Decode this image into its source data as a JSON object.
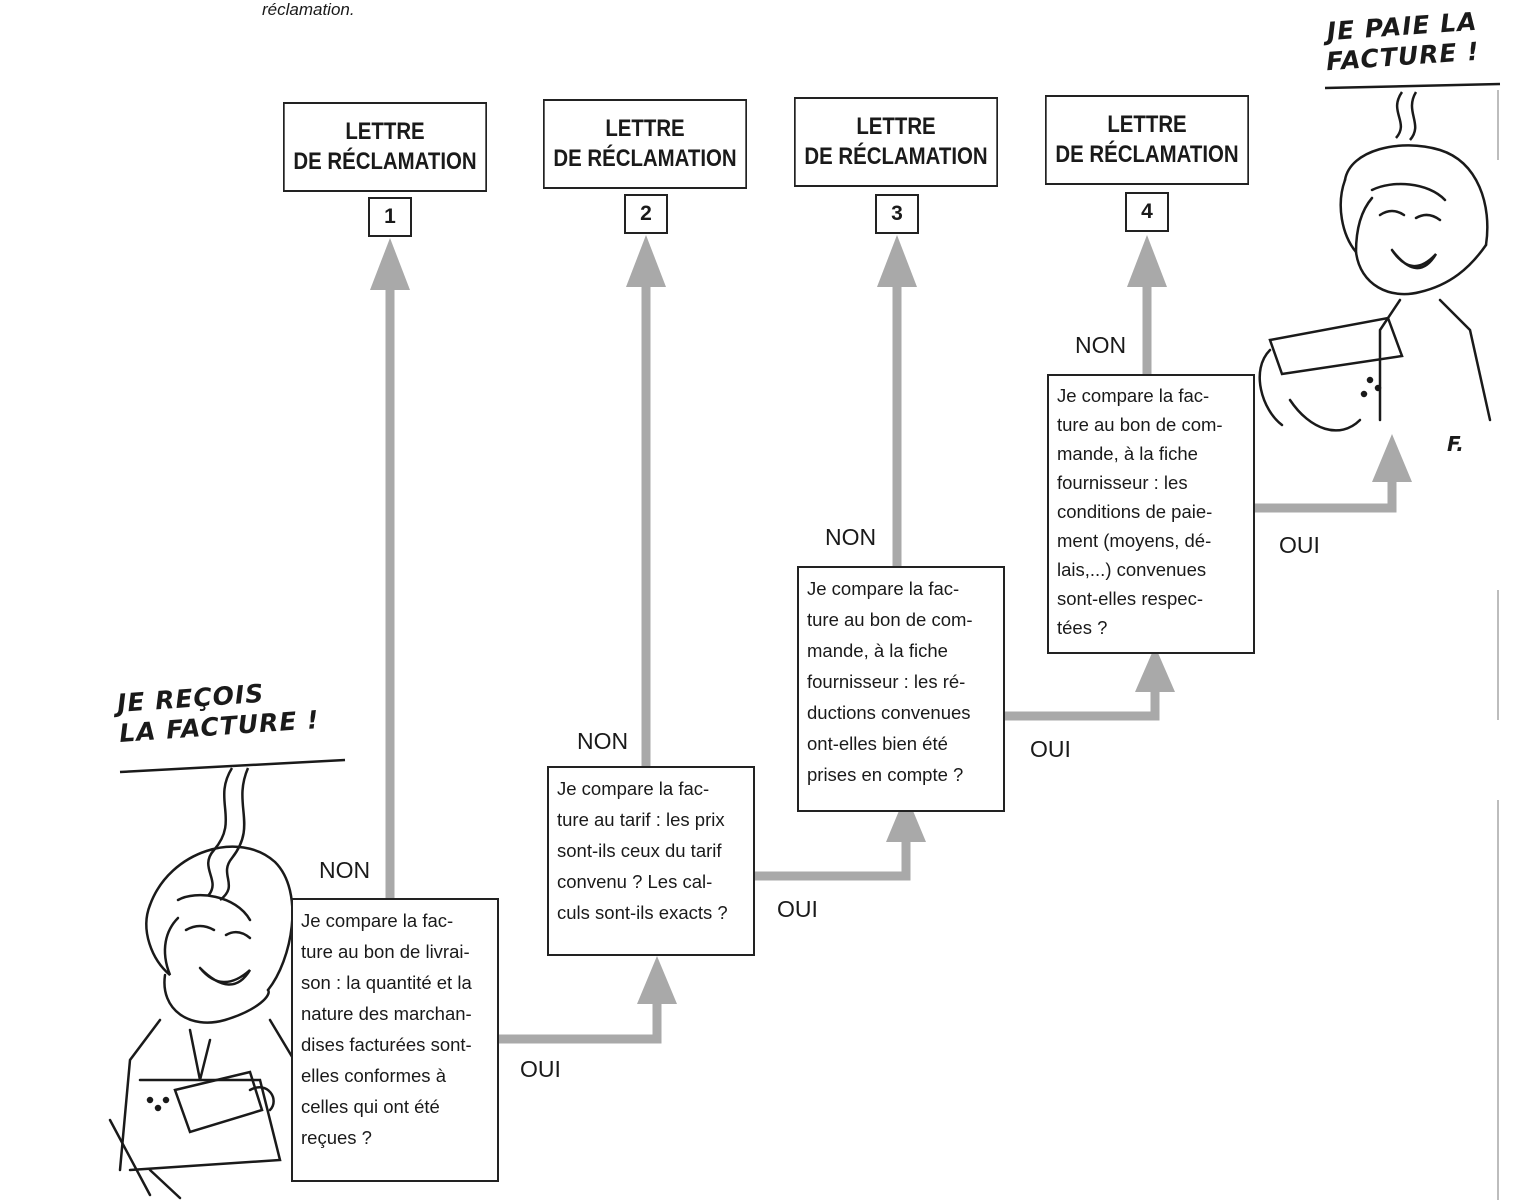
{
  "caption": "réclamation.",
  "letters": [
    {
      "line1": "LETTRE",
      "line2": "DE RÉCLAMATION",
      "number": "1"
    },
    {
      "line1": "LETTRE",
      "line2": "DE RÉCLAMATION",
      "number": "2"
    },
    {
      "line1": "LETTRE",
      "line2": "DE RÉCLAMATION",
      "number": "3"
    },
    {
      "line1": "LETTRE",
      "line2": "DE RÉCLAMATION",
      "number": "4"
    }
  ],
  "checks": [
    {
      "lines": [
        "Je compare la fac-",
        "ture au bon de livrai-",
        "son : la quantité et la",
        "nature des marchan-",
        "dises facturées sont-",
        "elles conformes à",
        "celles qui ont été",
        "reçues ?"
      ],
      "no": "NON",
      "yes": "OUI"
    },
    {
      "lines": [
        "Je compare la fac-",
        "ture au tarif : les prix",
        "sont-ils ceux du tarif",
        "convenu ? Les cal-",
        "culs sont-ils exacts ?"
      ],
      "no": "NON",
      "yes": "OUI"
    },
    {
      "lines": [
        "Je compare la fac-",
        "ture au bon de com-",
        "mande, à la fiche",
        "fournisseur : les ré-",
        "ductions convenues",
        "ont-elles bien été",
        "prises en compte ?"
      ],
      "no": "NON",
      "yes": "OUI"
    },
    {
      "lines": [
        "Je compare la fac-",
        "ture au bon de com-",
        "mande, à la fiche",
        "fournisseur : les",
        "conditions de paie-",
        "ment (moyens, dé-",
        "lais,...) convenues",
        "sont-elles respec-",
        "tées ?"
      ],
      "no": "NON",
      "yes": "OUI"
    }
  ],
  "bubbles": {
    "start": {
      "line1": "JE REÇOIS",
      "line2": "LA FACTURE !"
    },
    "end": {
      "line1": "JE PAIE LA",
      "line2": "FACTURE !"
    }
  },
  "signature": "F.",
  "colors": {
    "arrow": "#a9a9a9",
    "border": "#222222",
    "ink": "#1a1a1a"
  }
}
